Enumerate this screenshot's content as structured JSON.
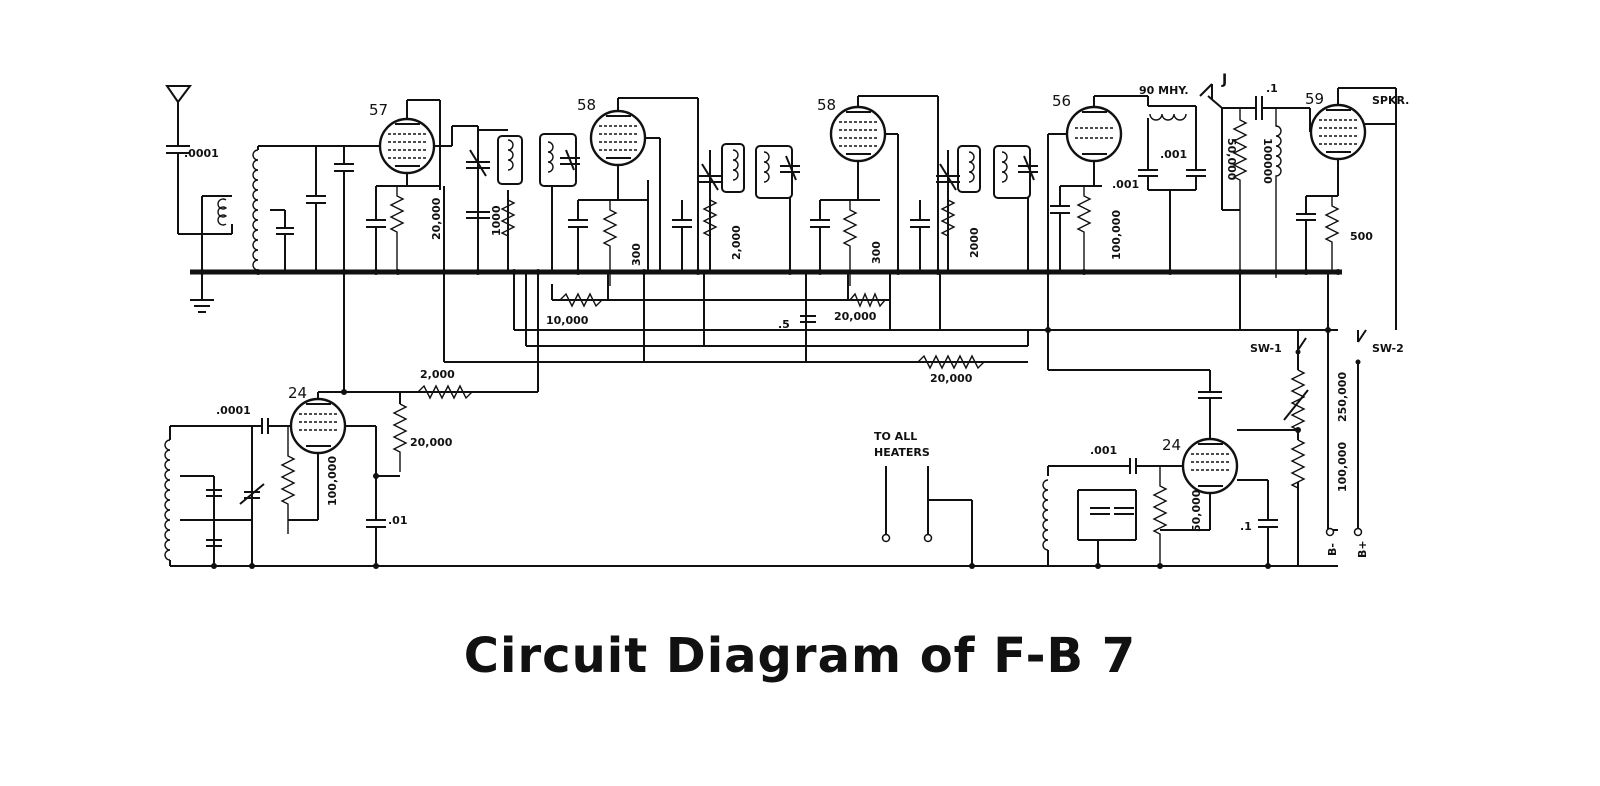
{
  "title": "Circuit Diagram of F-B 7",
  "tubes": [
    "57",
    "58",
    "58",
    "56",
    "59",
    "24",
    "24"
  ],
  "labels": {
    "c_0001": ".0001",
    "r_20000_a": "20,000",
    "r_1000": "1000",
    "r_300_a": "300",
    "r_2000_a": "2,000",
    "r_300_b": "300",
    "r_2000_b": "2000",
    "r_100000_a": "100,000",
    "choke_90mhy": "90 MHY.",
    "jack": "J",
    "c_001_a": ".001",
    "c_001_b": ".001",
    "r_50000_a": "50,000",
    "r_100000_b": "100000",
    "c_1_a": ".1",
    "r_500": "500",
    "spkr": "SPKR.",
    "r_10000": "10,000",
    "c_5": ".5",
    "r_20000_b": "20,000",
    "r_20000_c": "20,000",
    "r_2000_c": "2,000",
    "c_0001_b": ".0001",
    "r_20000_d": "20,000",
    "c_01": ".01",
    "r_100000_c": "100,000",
    "c_001_c": ".001",
    "r_50000_b": "50,000",
    "r_250000": "250,000",
    "r_100000_d": "100,000",
    "sw1": "SW-1",
    "sw2": "SW-2",
    "heaters_1": "TO ALL",
    "heaters_2": "HEATERS",
    "b_minus": "B-",
    "b_plus": "B+",
    "c_1_b": ".1"
  }
}
